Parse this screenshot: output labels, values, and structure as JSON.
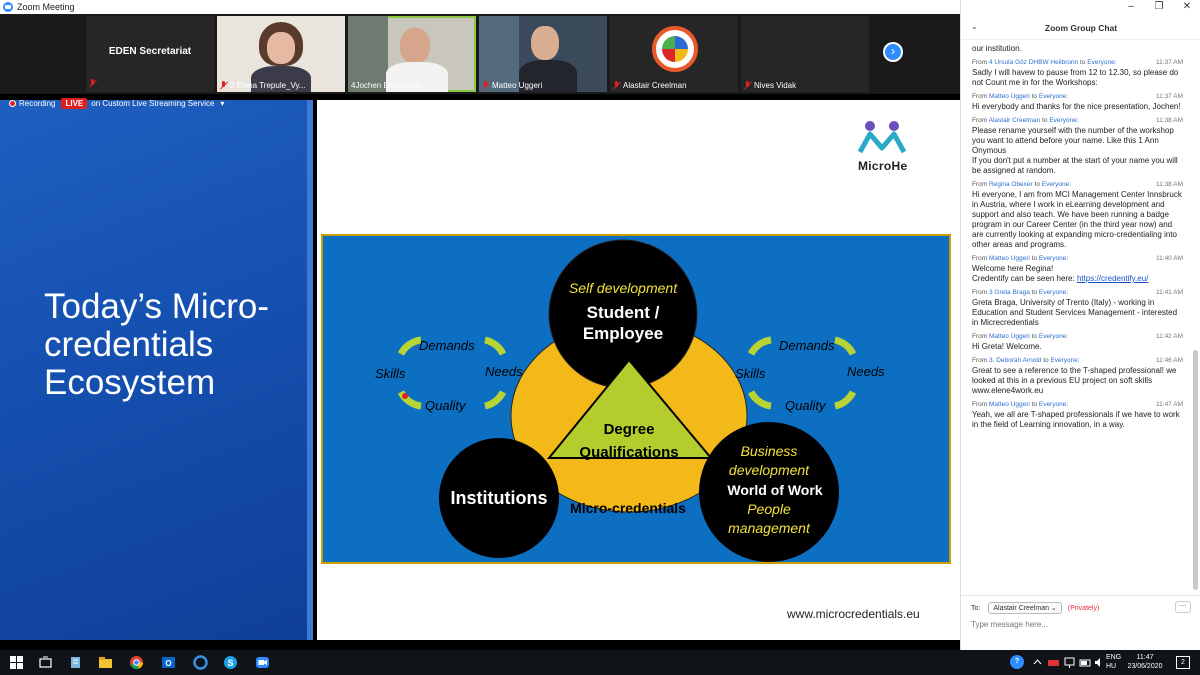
{
  "window": {
    "title": "Zoom Meeting",
    "controls": [
      "–",
      "❐",
      "✕"
    ]
  },
  "participants": [
    {
      "name": "EDEN Secretariat",
      "muted": true,
      "video": false
    },
    {
      "name": "2 Elena Trepule_Vy...",
      "muted": true,
      "video": true
    },
    {
      "name": "4Jochen Ehrenreich",
      "muted": false,
      "video": true,
      "active": true
    },
    {
      "name": "Matteo Uggeri",
      "muted": true,
      "video": true
    },
    {
      "name": "Alastair Creelman",
      "muted": true,
      "video": true
    },
    {
      "name": "Nives Vidak",
      "muted": true,
      "video": false
    }
  ],
  "recording": {
    "label": "Recording",
    "live": "LIVE",
    "service": "on Custom Live Streaming Service",
    "caret": "▾"
  },
  "slide": {
    "title": "Today’s Micro-credentials Ecosystem",
    "logo": "MicroHe",
    "url": "www.microcredentials.eu",
    "diagram": {
      "top_circle_italic": "Self development",
      "top_circle": "Student /\nEmployee",
      "triangle": "Degree\nQualifications",
      "left_circle": "Institutions",
      "bottom_label": "Micro-credentials",
      "right_circle_italic_1": "Business\ndevelopment",
      "right_circle": "World of Work",
      "right_circle_italic_2": "People\nmanagement",
      "cycle_labels": {
        "demands": "Demands",
        "skills": "Skills",
        "needs": "Needs",
        "quality": "Quality"
      },
      "colors": {
        "background": "#0d6fc2",
        "ellipse": "#f2b919",
        "triangle": "#b5cd2c",
        "circle": "#000000",
        "arrows": "#b8d434"
      }
    }
  },
  "chat": {
    "title": "Zoom Group Chat",
    "messages": [
      {
        "from": "",
        "to": "",
        "time": "",
        "text": "our institution."
      },
      {
        "from": "4 Ursula Göz DHBW Heilbronn",
        "to": "Everyone",
        "time": "11:37 AM",
        "text": "Sadly I will havew to pause from 12 to 12.30, so please do not Count me in for the Workshops:"
      },
      {
        "from": "Matteo Uggeri",
        "to": "Everyone",
        "time": "11:37 AM",
        "text": "Hi everybody and thanks for the nice presentation, Jochen!"
      },
      {
        "from": "Alastair Creelman",
        "to": "Everyone",
        "time": "11:38 AM",
        "text": "Please rename yourself with the number of the workshop you want to attend before your name. Like this 1 Ann Onymous\nIf you don't put a number at the start of your name you will be assigned at random."
      },
      {
        "from": "Regina Obexer",
        "to": "Everyone",
        "time": "11:38 AM",
        "text": "Hi everyone, I am from MCI Management Center Innsbruck in Austria, where I work in eLearning development and support and also teach. We have been running a badge program in our Career Center (in the third year now) and are currently looking at expanding micro-credentialing into other areas and programs."
      },
      {
        "from": "Matteo Uggeri",
        "to": "Everyone",
        "time": "11:40 AM",
        "text": "Welcome here Regina!\nCredentify can be seen here: ",
        "link": "https://credentify.eu/"
      },
      {
        "from": "3 Greta Braga",
        "to": "Everyone",
        "time": "11:41 AM",
        "text": "Greta Braga, University of Trento (Italy) - working in Education and Student Services Management - interested in Micrecredentials"
      },
      {
        "from": "Matteo Uggeri",
        "to": "Everyone",
        "time": "11:42 AM",
        "text": "Hi Greta! Welcome."
      },
      {
        "from": "3. Deborah Arnold",
        "to": "Everyone",
        "time": "11:46 AM",
        "text": "Great to see a reference to the T-shaped professional! we looked at this in a previous EU project on soft skills www.elene4work.eu"
      },
      {
        "from": "Matteo Uggeri",
        "to": "Everyone",
        "time": "11:47 AM",
        "text": "Yeah, we all are T-shaped professionals if we have to work in the field of Learning innovation, in a way."
      }
    ],
    "from_word": "From",
    "to_word": "to",
    "to_label": "To:",
    "recipient": "Alastair Creelman",
    "privately": "(Privately)",
    "placeholder": "Type message here...",
    "more": "···"
  },
  "taskbar": {
    "lang": "ENG",
    "locale": "HU",
    "time": "11:47",
    "date": "23/06/2020",
    "notifications": "2"
  }
}
